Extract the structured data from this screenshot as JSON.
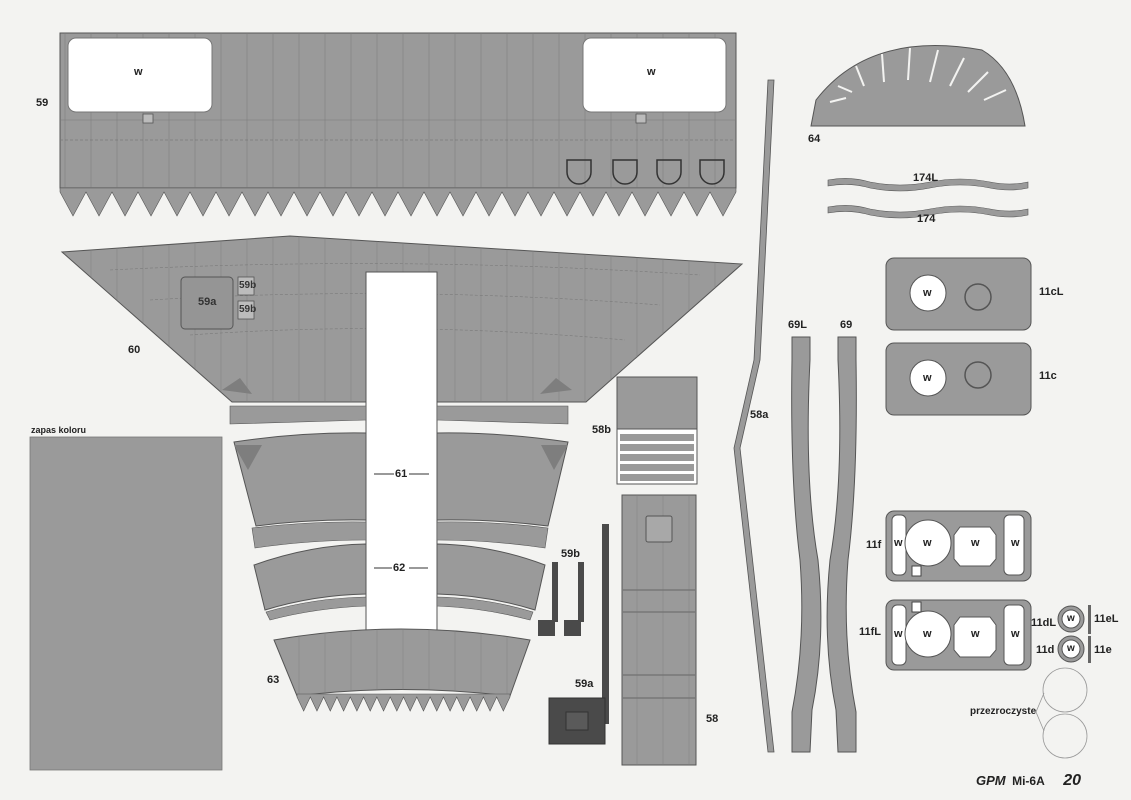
{
  "colors": {
    "paper": "#f3f3f1",
    "panel": "#9a9a9a",
    "panel_dark": "#4a4a4a",
    "outline": "#555555",
    "window": "#ffffff",
    "ink": "#222222"
  },
  "parts": {
    "p59": "59",
    "p60": "60",
    "p59a_inner": "59a",
    "p59b_tab1": "59b",
    "p59b_tab2": "59b",
    "p61": "61",
    "p62": "62",
    "p63": "63",
    "p58b": "58b",
    "p58": "58",
    "p58a": "58a",
    "p59b": "59b",
    "p59a": "59a",
    "p64": "64",
    "p174L": "174L",
    "p174": "174",
    "p11cL": "11cL",
    "p11c": "11c",
    "p69L": "69L",
    "p69": "69",
    "p11f": "11f",
    "p11fL": "11fL",
    "p11dL": "11dL",
    "p11eL": "11eL",
    "p11d": "11d",
    "p11e": "11e"
  },
  "notes": {
    "spare_color": "zapas koloru",
    "transparent": "przezroczyste"
  },
  "glue_marks": {
    "mark": "w"
  },
  "footer": {
    "brand": "GPM",
    "model": "Mi-6A",
    "page": "20"
  }
}
